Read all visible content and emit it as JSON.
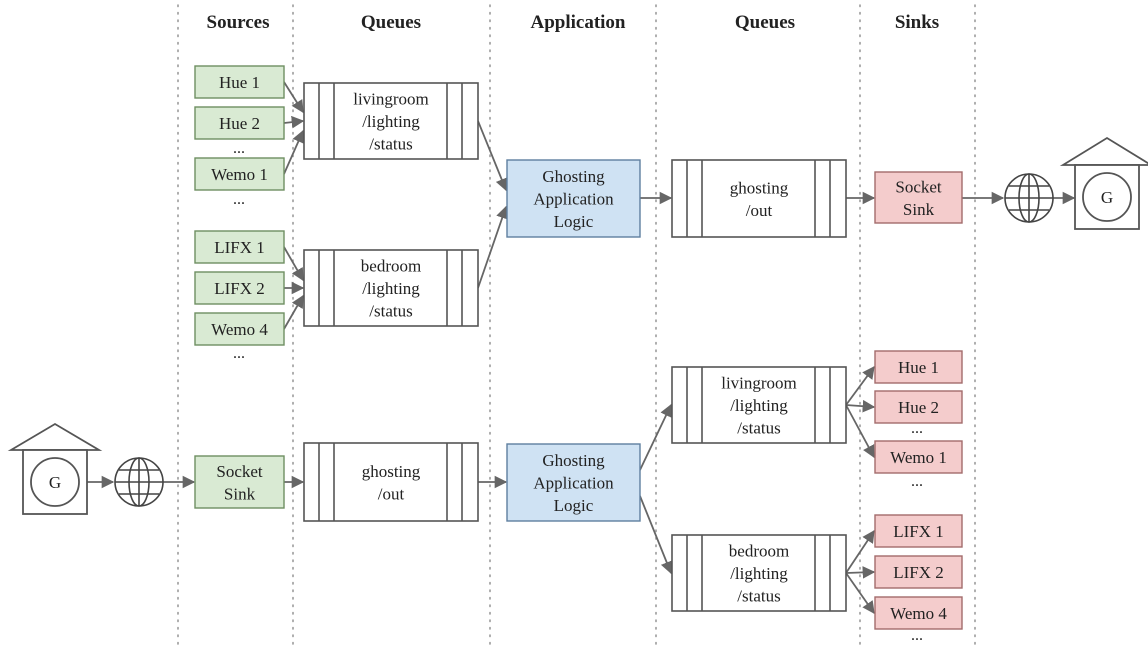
{
  "colors": {
    "source_fill": "#d9ead3",
    "source_stroke": "#6e8f62",
    "app_fill": "#cfe2f3",
    "app_stroke": "#5f7f9f",
    "sink_fill": "#f4cccc",
    "sink_stroke": "#a36b6b",
    "edge": "#666666"
  },
  "headers": [
    "Sources",
    "Queues",
    "Application",
    "Queues",
    "Sinks"
  ],
  "ellipsis": "...",
  "house_label": "G",
  "icons": [
    "house-icon",
    "globe-icon"
  ],
  "top": {
    "sources": [
      "Hue 1",
      "Hue 2",
      "Wemo 1",
      "LIFX 1",
      "LIFX 2",
      "Wemo 4"
    ],
    "queues_in": [
      [
        "livingroom",
        "/lighting",
        "/status"
      ],
      [
        "bedroom",
        "/lighting",
        "/status"
      ]
    ],
    "app": [
      "Ghosting",
      "Application",
      "Logic"
    ],
    "queue_out": [
      "ghosting",
      "/out"
    ],
    "sink": [
      "Socket",
      "Sink"
    ]
  },
  "bottom": {
    "source": [
      "Socket",
      "Sink"
    ],
    "queue_in": [
      "ghosting",
      "/out"
    ],
    "app": [
      "Ghosting",
      "Application",
      "Logic"
    ],
    "queues_out": [
      [
        "livingroom",
        "/lighting",
        "/status"
      ],
      [
        "bedroom",
        "/lighting",
        "/status"
      ]
    ],
    "sinks": [
      "Hue 1",
      "Hue 2",
      "Wemo 1",
      "LIFX 1",
      "LIFX 2",
      "Wemo 4"
    ]
  }
}
